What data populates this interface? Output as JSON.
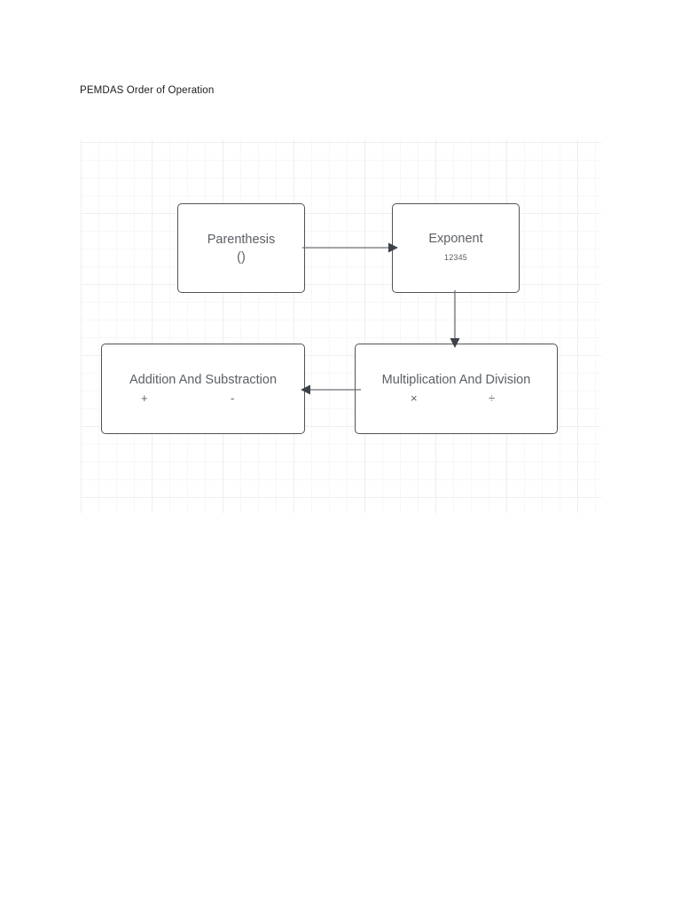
{
  "document": {
    "title": "PEMDAS Order of Operation"
  },
  "diagram": {
    "type": "flowchart",
    "background": "grid",
    "grid_color": "#eceef0",
    "box_border_color": "#4f5259",
    "text_color": "#5c6066",
    "nodes": [
      {
        "id": "parenthesis",
        "label": "Parenthesis",
        "sub": "()",
        "sub_style": "normal"
      },
      {
        "id": "exponent",
        "label": "Exponent",
        "sub": "12345",
        "sub_style": "superscript"
      },
      {
        "id": "addition",
        "label": "Addition And Substraction",
        "symbol_left": "+",
        "symbol_right": "-"
      },
      {
        "id": "multiplication",
        "label": "Multiplication And Division",
        "symbol_left": "×",
        "symbol_right": "÷"
      }
    ],
    "connectors": [
      {
        "id": "parenthesis-to-exponent",
        "from": "parenthesis",
        "to": "exponent",
        "direction": "right"
      },
      {
        "id": "exponent-to-multiplication",
        "from": "exponent",
        "to": "multiplication",
        "direction": "down"
      },
      {
        "id": "multiplication-to-addition",
        "from": "multiplication",
        "to": "addition",
        "direction": "left"
      }
    ]
  }
}
